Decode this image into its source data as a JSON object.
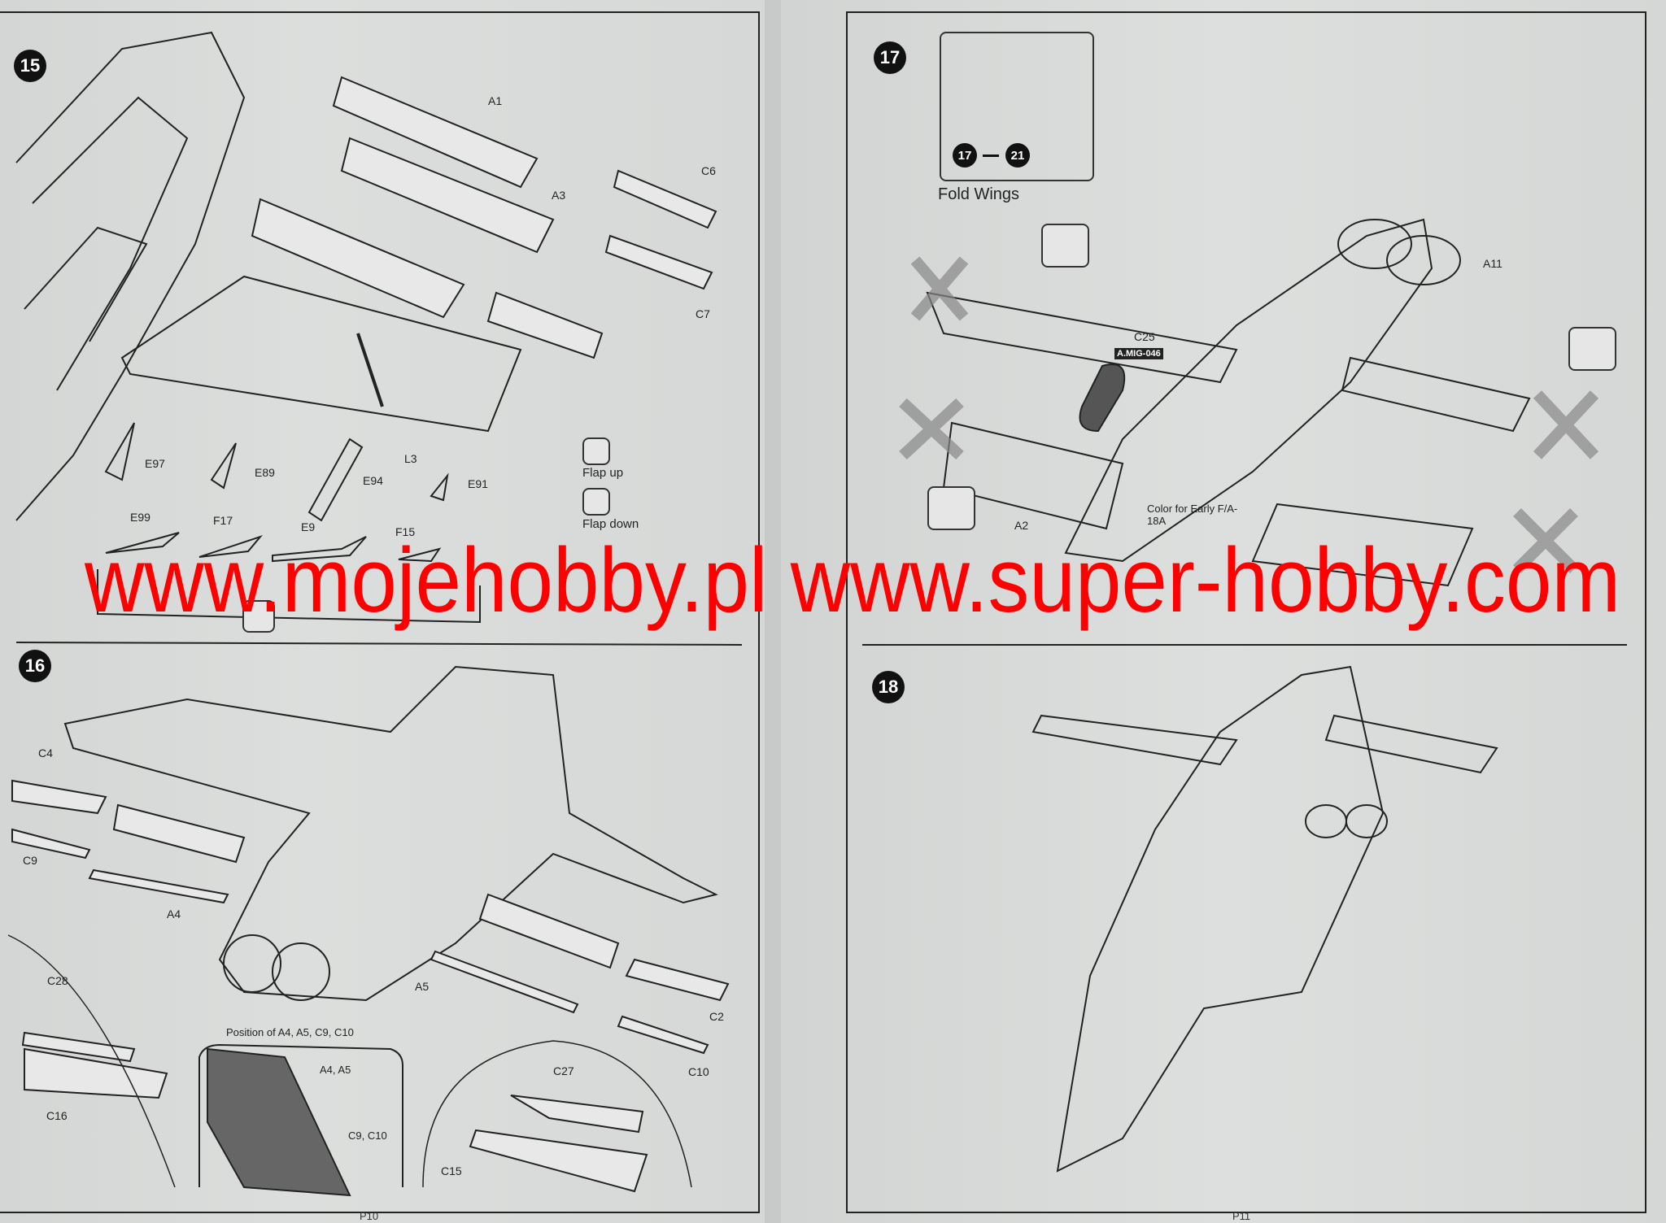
{
  "left_page": {
    "step15": {
      "number": "15",
      "parts": [
        "A1",
        "A3",
        "C6",
        "C7",
        "E97",
        "E89",
        "E94",
        "L3",
        "E91",
        "E99",
        "F17",
        "E9",
        "F15"
      ],
      "flap_up": "Flap up",
      "flap_down": "Flap down"
    },
    "step16": {
      "number": "16",
      "parts": [
        "C4",
        "C9",
        "A4",
        "C28",
        "C16",
        "A5",
        "C2",
        "C10",
        "C27",
        "C15"
      ],
      "inset_title": "Position of A4, A5, C9, C10",
      "inset_a": "A4, A5",
      "inset_c": "C9, C10"
    },
    "page_number": "P10"
  },
  "right_page": {
    "step17": {
      "number": "17",
      "fold_from": "17",
      "fold_to": "21",
      "fold_label": "Fold Wings",
      "parts": [
        "A11",
        "C25",
        "A2"
      ],
      "color_code": "A.MIG-046",
      "color_note": "Color for Early F/A-18A"
    },
    "step18": {
      "number": "18"
    },
    "page_number": "P11"
  },
  "watermark": "www.mojehobby.pl www.super-hobby.com",
  "colors": {
    "watermark": "#ff0000",
    "paper": "#dadcdb",
    "ink": "#222222"
  }
}
